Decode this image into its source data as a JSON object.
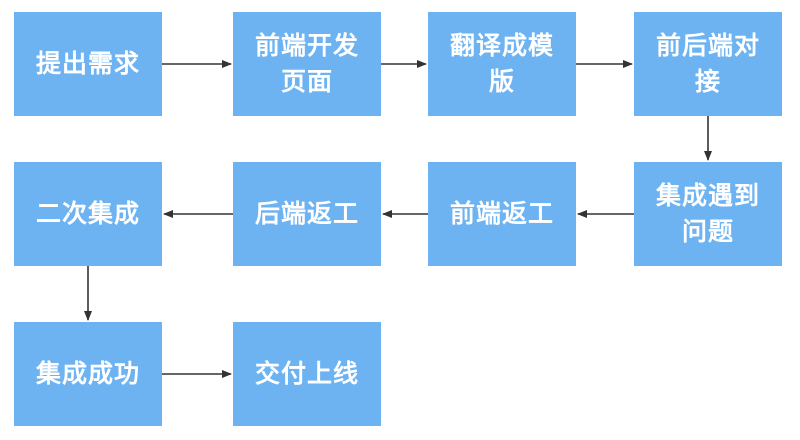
{
  "nodes": {
    "submit_requirements": "提出需求",
    "frontend_pages": "前端开发页面",
    "translate_templates": "翻译成模版",
    "fe_be_integration": "前后端对接",
    "integration_issues": "集成遇到问题",
    "frontend_rework": "前端返工",
    "backend_rework": "后端返工",
    "second_integration": "二次集成",
    "integration_success": "集成成功",
    "deliver_live": "交付上线"
  },
  "colors": {
    "node_fill": "#6db3f2",
    "node_text": "#ffffff",
    "arrow": "#333333"
  }
}
